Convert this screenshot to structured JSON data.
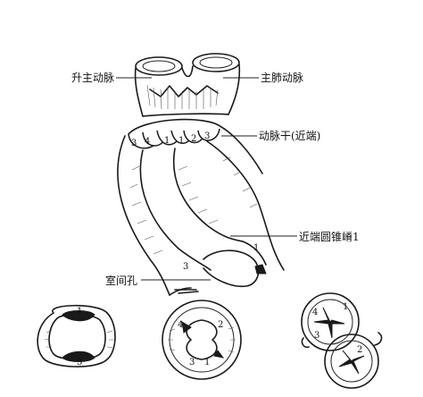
{
  "labels": {
    "ascending_aorta": "升主动脉",
    "pulmonary_trunk": "主肺动脉",
    "truncus_proximal": "动脉干(近端)",
    "proximal_ridge": "近端圆锥嵴1",
    "ventricular_foramen": "室间孔"
  },
  "cusp_numbers": [
    "3",
    "4",
    "1",
    "1",
    "2",
    "3"
  ],
  "ridge_number": "1",
  "foramen_number": "3",
  "cross_section_1": [
    "1",
    "3"
  ],
  "cross_section_2": [
    "4",
    "2",
    "1",
    "3"
  ],
  "cross_section_3": [
    "4",
    "1",
    "3",
    "2"
  ]
}
